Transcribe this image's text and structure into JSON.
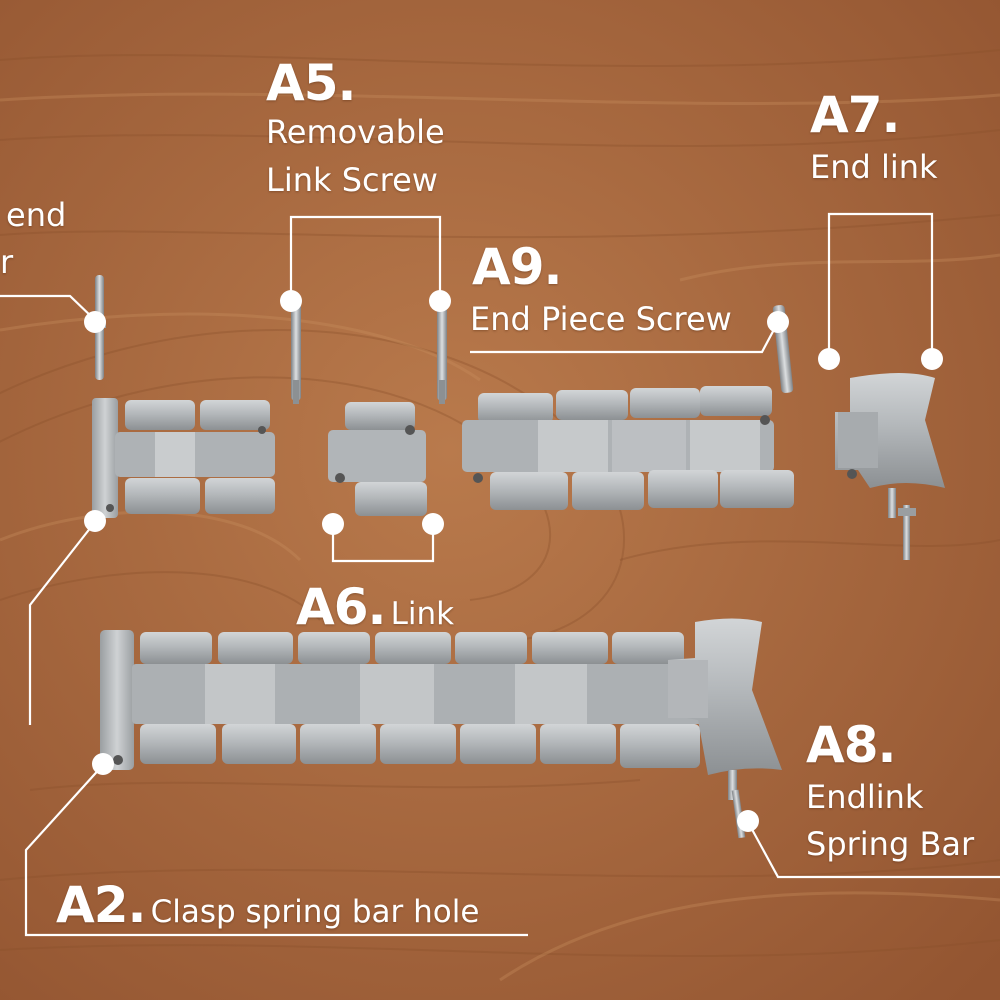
{
  "labels": {
    "a1_partial_line1": "end",
    "a1_partial_line2": "r",
    "a5": {
      "code": "A5.",
      "line1": "Removable",
      "line2": "Link Screw"
    },
    "a7": {
      "code": "A7.",
      "line1": "End link"
    },
    "a9": {
      "code": "A9.",
      "line1": "End Piece Screw"
    },
    "a6": {
      "code": "A6.",
      "line1": "Link"
    },
    "a8": {
      "code": "A8.",
      "line1": "Endlink",
      "line2": "Spring Bar"
    },
    "a2": {
      "code": "A2.",
      "line1": "Clasp spring bar hole"
    }
  },
  "colors": {
    "wood": "#a8683d",
    "wood_dark": "#8a4f2a",
    "wood_light": "#c08458",
    "steel": "#b8bcbf",
    "steel_dark": "#7d8184",
    "callout": "#ffffff"
  }
}
